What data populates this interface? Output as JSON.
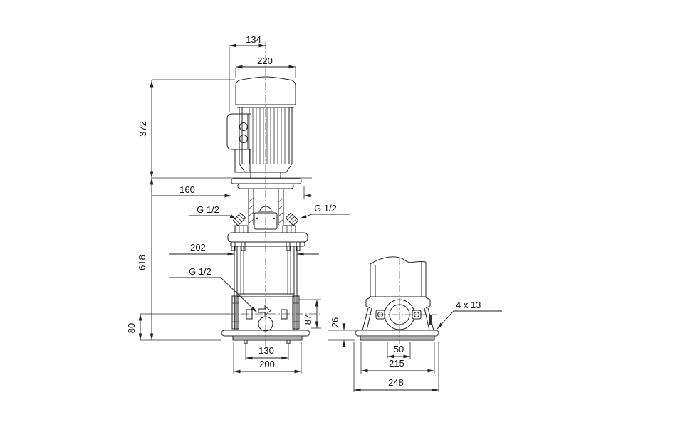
{
  "page": {
    "background": "#ffffff",
    "line_color": "#222222",
    "text_color": "#111111"
  },
  "drawing": {
    "description": "Vertical multistage pump dimensional sketch, front view and side view",
    "labels": {
      "dim_134": "134",
      "dim_220": "220",
      "dim_372": "372",
      "dim_160": "160",
      "dim_618": "618",
      "dim_202": "202",
      "dim_80": "80",
      "dim_87": "87",
      "dim_130": "130",
      "dim_200": "200",
      "dim_26": "26",
      "dim_50": "50",
      "dim_215": "215",
      "dim_248": "248",
      "thread_top_left": "G 1/2",
      "thread_top_right": "G 1/2",
      "thread_drain": "G 1/2",
      "base_holes_note": "4 x 13"
    }
  }
}
